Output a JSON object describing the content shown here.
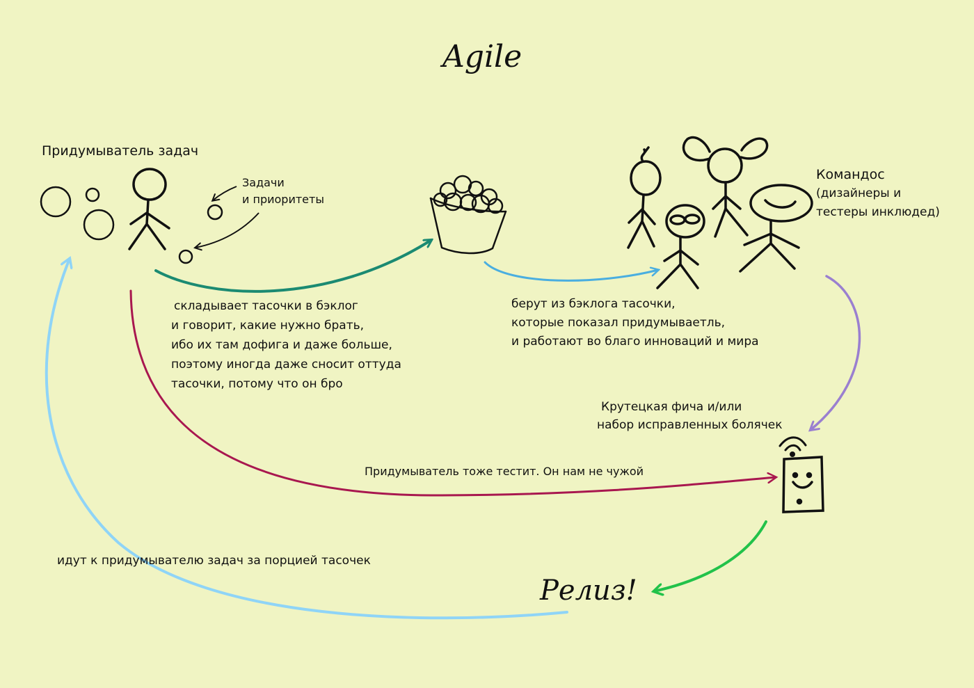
{
  "title": "Agile",
  "inventor_label": "Придумыватель задач",
  "tasks_label": [
    "Задачи",
    "и приоритеты"
  ],
  "team_label": [
    "Командос",
    "(дизайнеры и",
    "тестеры инклюдед)"
  ],
  "backlog_text": [
    "складывает тасочки в бэклог",
    "и говорит, какие нужно брать,",
    "ибо их там дофига и даже больше,",
    "поэтому иногда даже сносит оттуда",
    "тасочки, потому что он бро"
  ],
  "team_text": [
    "берут из бэклога тасочки,",
    "которые показал придумываетль,",
    "и работают во благо инноваций и мира"
  ],
  "feature_label": [
    "Крутецкая фича и/или",
    "набор исправленных болячек"
  ],
  "inventor_tests_label": "Придумыватель тоже тестит. Он нам не чужой",
  "return_label": "идут к придумывателю задач за порцией тасочек",
  "release_label": "Релиз!",
  "colors": {
    "background": "#f0f4c3",
    "ink": "#111111",
    "teal_arrow": "#1b8a72",
    "blue_arrow": "#4aaee0",
    "purple_arrow": "#9a7fd0",
    "crimson_arrow": "#a8174f",
    "green_arrow": "#22c24a",
    "lightblue_arrow": "#8fd4f7"
  },
  "icons": [
    "task-bubble-icon",
    "stick-figure-icon",
    "basket-icon",
    "smartphone-icon",
    "wifi-icon"
  ]
}
